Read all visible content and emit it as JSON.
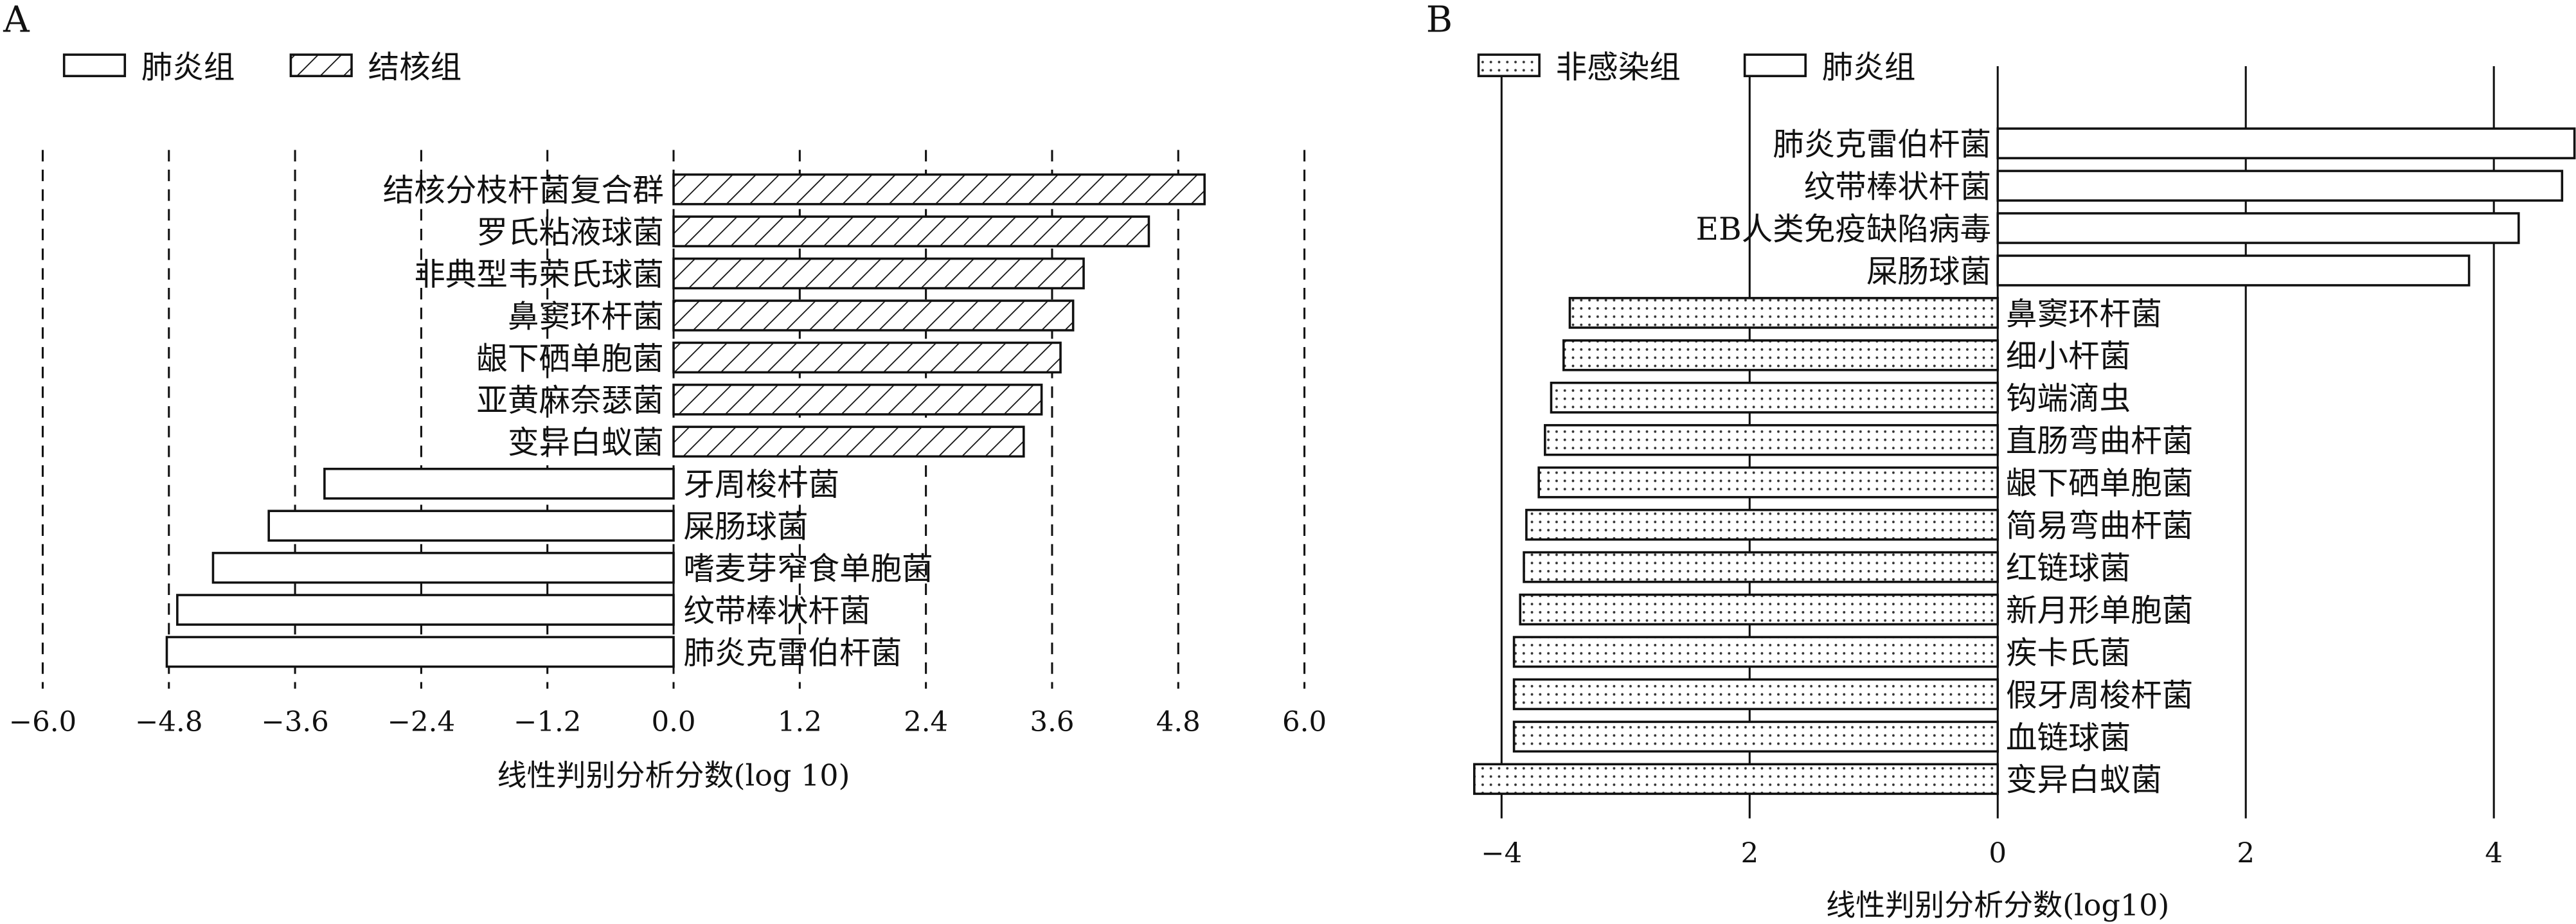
{
  "chart_data": [
    {
      "panel": "A",
      "type": "bar",
      "orientation": "horizontal",
      "legend": [
        {
          "name": "肺炎组",
          "pattern": "none"
        },
        {
          "name": "结核组",
          "pattern": "diagonal-hatch"
        }
      ],
      "legend_position": "top-left",
      "xlabel": "线性判别分析分数(log 10)",
      "xlim": [
        -6.0,
        6.0
      ],
      "xticks": [
        -6.0,
        -4.8,
        -3.6,
        -2.4,
        -1.2,
        0.0,
        1.2,
        2.4,
        3.6,
        4.8,
        6.0
      ],
      "xtick_labels": [
        "−6.0",
        "−4.8",
        "−3.6",
        "−2.4",
        "−1.2",
        "0.0",
        "1.2",
        "2.4",
        "3.6",
        "4.8",
        "6.0"
      ],
      "grid": "vertical-dashed",
      "series": [
        {
          "name": "结核组",
          "categories": [
            "结核分枝杆菌复合群",
            "罗氏粘液球菌",
            "非典型韦荣氏球菌",
            "鼻窦环杆菌",
            "龈下硒单胞菌",
            "亚黄麻奈瑟菌",
            "变异白蚁菌"
          ],
          "values": [
            5.05,
            4.52,
            3.9,
            3.8,
            3.68,
            3.5,
            3.33
          ]
        },
        {
          "name": "肺炎组",
          "categories": [
            "牙周梭杆菌",
            "屎肠球菌",
            "嗜麦芽窄食单胞菌",
            "纹带棒状杆菌",
            "肺炎克雷伯杆菌"
          ],
          "values": [
            -3.32,
            -3.85,
            -4.38,
            -4.72,
            -4.82
          ]
        }
      ]
    },
    {
      "panel": "B",
      "type": "bar",
      "orientation": "horizontal",
      "legend": [
        {
          "name": "非感染组",
          "pattern": "dots"
        },
        {
          "name": "肺炎组",
          "pattern": "none"
        }
      ],
      "legend_position": "top-left",
      "xlabel": "线性判别分析分数(log10)",
      "xlim": [
        -4.1,
        4.7
      ],
      "xticks": [
        -4,
        -2,
        0,
        2,
        4
      ],
      "xtick_labels": [
        "−4",
        "2",
        "0",
        "2",
        "4"
      ],
      "grid": "vertical-solid",
      "series": [
        {
          "name": "肺炎组",
          "categories": [
            "肺炎克雷伯杆菌",
            "纹带棒状杆菌",
            "EB人类免疫缺陷病毒",
            "屎肠球菌"
          ],
          "values": [
            4.65,
            4.55,
            4.2,
            3.8
          ]
        },
        {
          "name": "非感染组",
          "categories": [
            "鼻窦环杆菌",
            "细小杆菌",
            "钩端滴虫",
            "直肠弯曲杆菌",
            "龈下硒单胞菌",
            "简易弯曲杆菌",
            "红链球菌",
            "新月形单胞菌",
            "疾卡氏菌",
            "假牙周梭杆菌",
            "血链球菌",
            "变异白蚁菌"
          ],
          "values": [
            -3.45,
            -3.5,
            -3.6,
            -3.65,
            -3.7,
            -3.8,
            -3.82,
            -3.85,
            -3.9,
            -3.9,
            -3.9,
            -4.22
          ]
        }
      ]
    }
  ]
}
